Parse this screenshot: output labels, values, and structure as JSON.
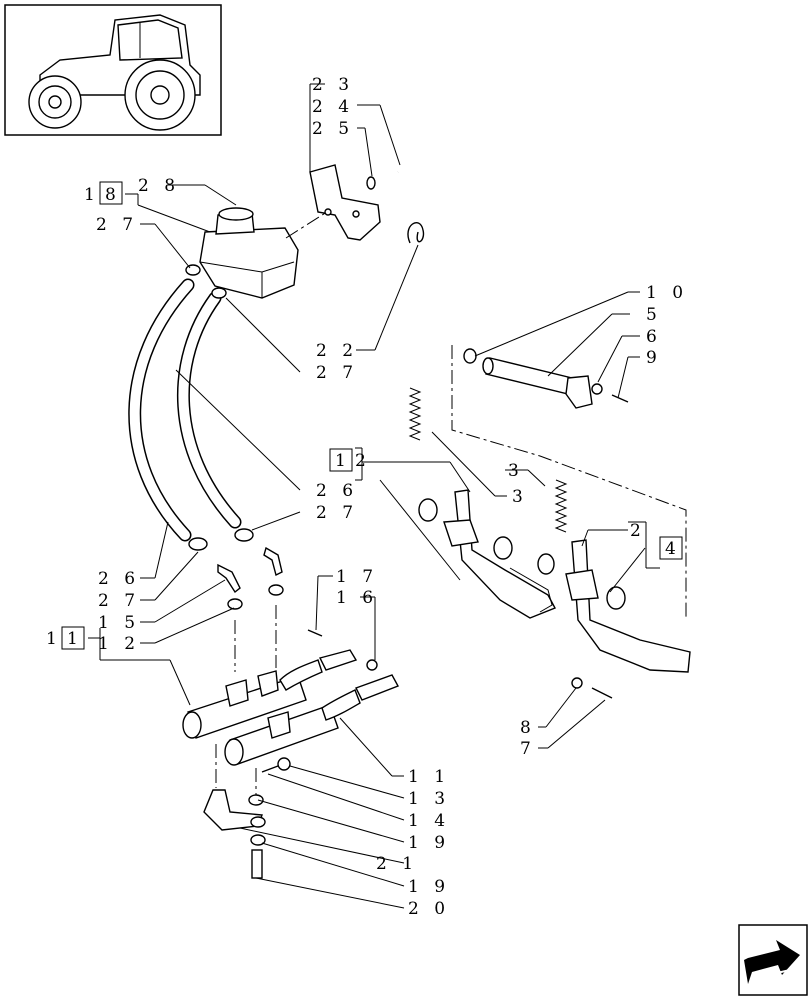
{
  "labels": {
    "l23": "2 3",
    "l24": "2 4",
    "l25": "2 5",
    "l18": "1",
    "l18box": "8",
    "l28": "2 8",
    "l27a": "2 7",
    "l10": "1 0",
    "l5": "5",
    "l6": "6",
    "l9": "9",
    "l22": "2 2",
    "l27b": "2 7",
    "l1box": "1",
    "l2": "2",
    "l3a": "3",
    "l3b": "3",
    "l2b": "2",
    "l4box": "4",
    "l26a": "2 6",
    "l27c": "2 7",
    "l26b": "2 6",
    "l27d": "2 7",
    "l15": "1 5",
    "l11box": "1",
    "l1pre": "1",
    "l12": "1 2",
    "l17": "1 7",
    "l16": "1 6",
    "l8": "8",
    "l7": "7",
    "l11": "1 1",
    "l13": "1 3",
    "l14": "1 4",
    "l19a": "1 9",
    "l21": "2 1",
    "l19b": "1 9",
    "l20": "2 0"
  },
  "icons": {
    "thumbnail": "tractor-thumbnail-icon",
    "nav": "next-page-arrow-icon"
  }
}
